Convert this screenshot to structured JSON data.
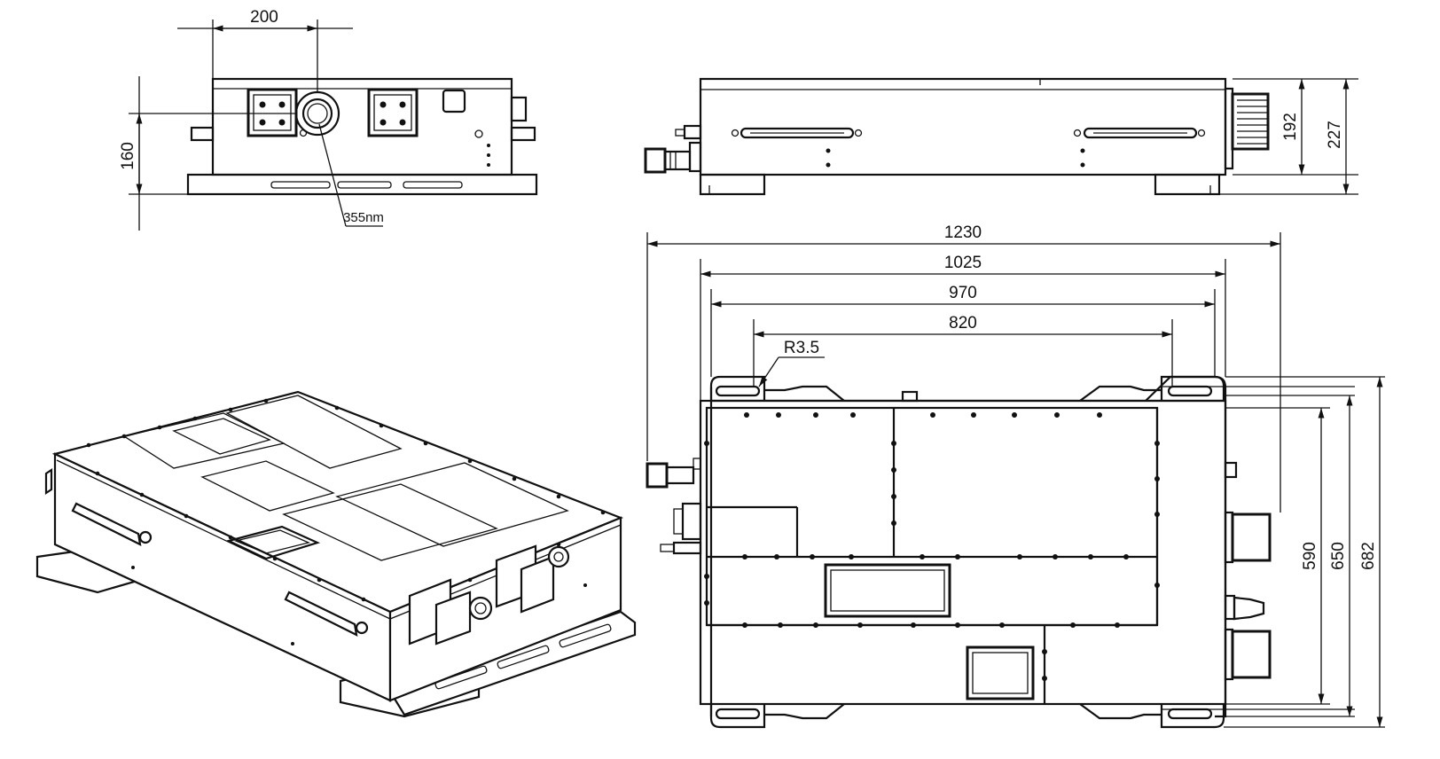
{
  "dimensions": {
    "front_width": "200",
    "front_height": "160",
    "aperture_note": "355nm",
    "side_height_inner": "192",
    "side_height_outer": "227",
    "top_overall_length": "1230",
    "top_body_length": "1025",
    "top_foot_span": "970",
    "top_hole_span": "820",
    "top_radius": "R3.5",
    "top_depth_inner": "590",
    "top_depth_body": "650",
    "top_depth_overall": "682"
  }
}
